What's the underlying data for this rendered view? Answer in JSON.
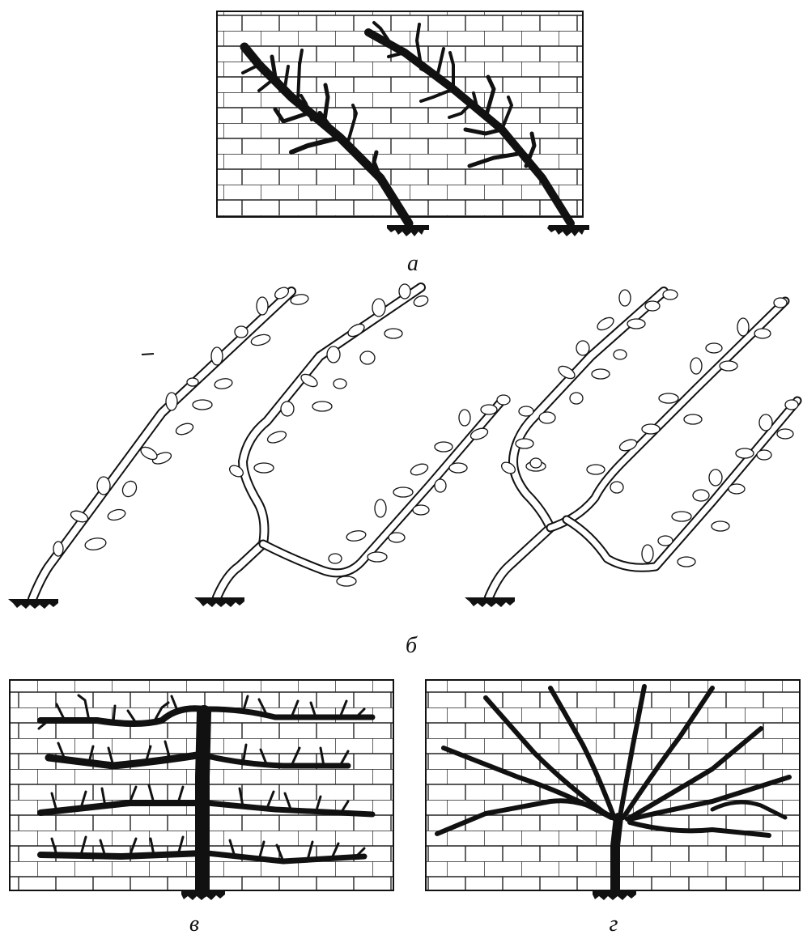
{
  "figure": {
    "panels": [
      {
        "id": "a",
        "label": "а",
        "description_kind": "diagonal-cordon-on-wall"
      },
      {
        "id": "b",
        "label": "б",
        "description_kind": "oblique-leafy-cordons"
      },
      {
        "id": "v",
        "label": "в",
        "description_kind": "horizontal-espalier-on-wall"
      },
      {
        "id": "g",
        "label": "г",
        "description_kind": "fan-trained-on-wall"
      }
    ]
  },
  "colors": {
    "ink": "#111111",
    "paper": "#ffffff"
  }
}
